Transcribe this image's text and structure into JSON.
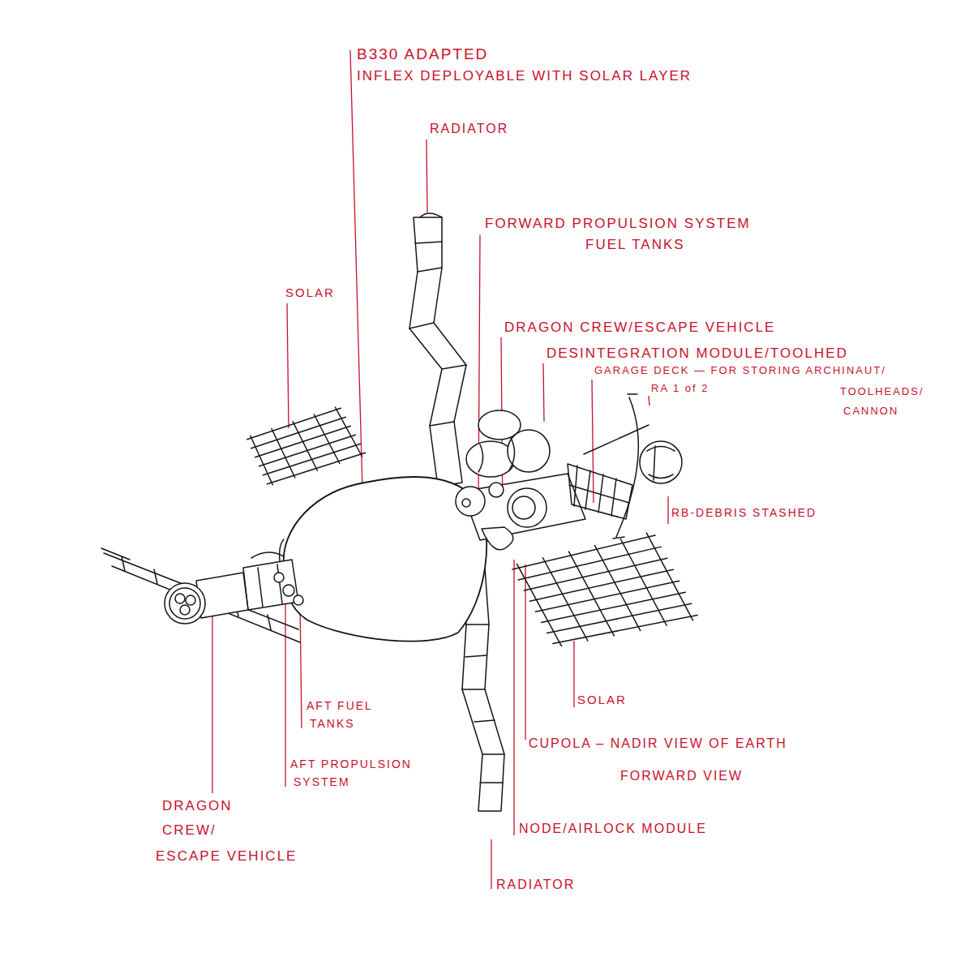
{
  "diagram": {
    "labels": [
      "B330 ADAPTED",
      "INFLEX DEPLOYABLE WITH SOLAR LAYER",
      "RADIATOR",
      "FORWARD PROPULSION SYSTEM",
      "FUEL TANKS",
      "SOLAR",
      "DRAGON CREW/ESCAPE VEHICLE",
      "DESINTEGRATION MODULE/TOOLHED",
      "GARAGE DECK — FOR STORING ARCHINAUT/",
      "TOOLHEADS/",
      "CANNON",
      "RA 1 of 2",
      "RB-DEBRIS STASHED",
      "AFT FUEL",
      "TANKS",
      "AFT PROPULSION",
      "SYSTEM",
      "DRAGON",
      "CREW/",
      "ESCAPE VEHICLE",
      "SOLAR",
      "CUPOLA – NADIR VIEW OF EARTH",
      "FORWARD VIEW",
      "NODE/AIRLOCK MODULE",
      "RADIATOR"
    ]
  }
}
